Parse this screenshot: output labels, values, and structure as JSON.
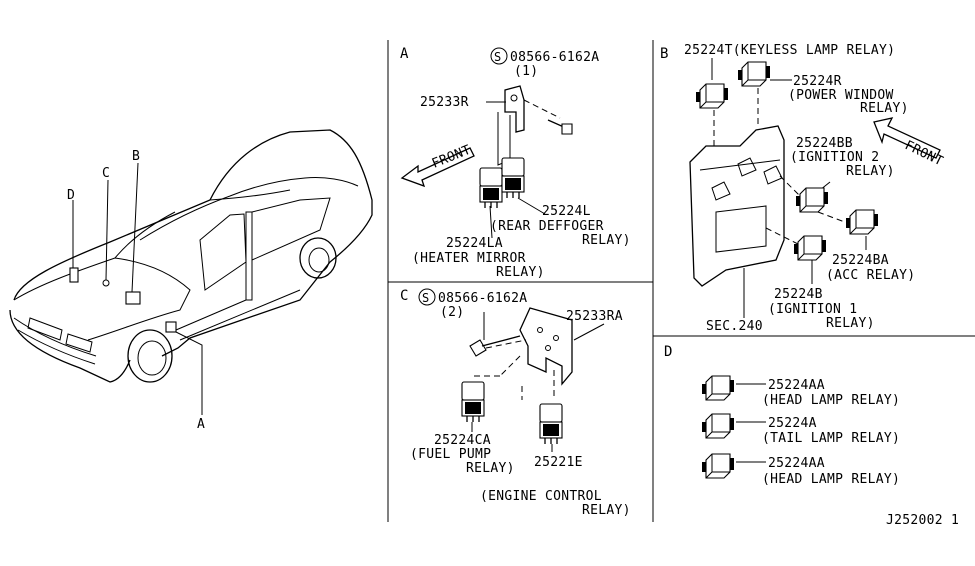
{
  "overview": {
    "callouts": [
      "D",
      "C",
      "B",
      "A"
    ]
  },
  "panel_a": {
    "letter": "A",
    "screw_code": "08566-6162A",
    "screw_qty": "(1)",
    "bracket": "25233R",
    "front": "FRONT",
    "rear_code": "25224L",
    "rear_name_1": "(REAR DEFFOGER",
    "rear_name_2": "RELAY)",
    "heater_code": "25224LA",
    "heater_name_1": "(HEATER MIRROR",
    "heater_name_2": "RELAY)"
  },
  "panel_b": {
    "letter": "B",
    "keyless": "25224T(KEYLESS LAMP RELAY)",
    "pw_code": "25224R",
    "pw_name_1": "(POWER WINDOW",
    "pw_name_2": "RELAY)",
    "front": "FRONT",
    "ig2_code": "25224BB",
    "ig2_name_1": "(IGNITION 2",
    "ig2_name_2": "RELAY)",
    "acc_code": "25224BA",
    "acc_name": "(ACC RELAY)",
    "ig1_code": "25224B",
    "ig1_name_1": "(IGNITION 1",
    "ig1_name_2": "RELAY)",
    "sec": "SEC.240"
  },
  "panel_c": {
    "letter": "C",
    "screw_code": "08566-6162A",
    "screw_qty": "(2)",
    "bracket": "25233RA",
    "fuel_code": "25224CA",
    "fuel_name_1": "(FUEL PUMP",
    "fuel_name_2": "RELAY)",
    "ecr_code": "25221E",
    "ecr_name_1": "(ENGINE CONTROL",
    "ecr_name_2": "RELAY)"
  },
  "panel_d": {
    "letter": "D",
    "items": [
      {
        "code": "25224AA",
        "name": "(HEAD LAMP RELAY)"
      },
      {
        "code": "25224A",
        "name": "(TAIL LAMP RELAY)"
      },
      {
        "code": "25224AA",
        "name": "(HEAD LAMP RELAY)"
      }
    ]
  },
  "diagram_id": "J252002 1"
}
